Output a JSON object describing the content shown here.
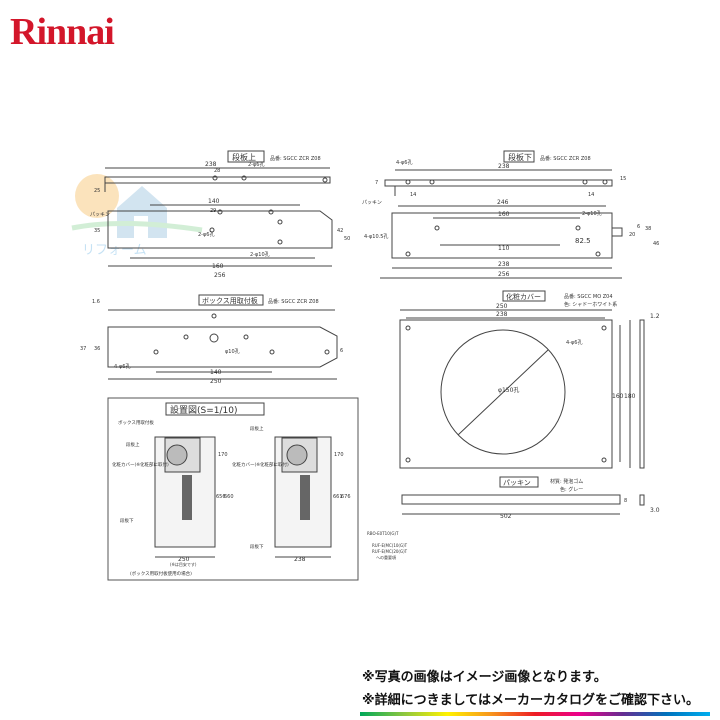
{
  "brand": {
    "name": "Rinnai",
    "color": "#d3162a"
  },
  "watermark": {
    "text": "リフォーム"
  },
  "panels": {
    "upper_plate": {
      "title": "段板上",
      "part_no": "品番: SGCC ZCR Z08",
      "labels": {
        "packing": "パッキン",
        "holes_top": "2-φ6孔",
        "hole_center": "2-φ6孔",
        "holes_bottom": "2-φ10孔"
      },
      "dims": {
        "w238": "238",
        "w28": "28",
        "w140": "140",
        "w29": "29",
        "w160": "160",
        "w256": "256",
        "h25": "25",
        "h35": "35",
        "h42": "42",
        "h50": "50"
      }
    },
    "lower_plate": {
      "title": "段板下",
      "part_no": "品番: SGCC ZCR Z08",
      "labels": {
        "packing": "パッキン",
        "holes_left": "4-φ6孔",
        "holes_mid": "4-φ10.5孔",
        "holes_right": "2-φ10孔"
      },
      "dims": {
        "w238_top": "238",
        "w14a": "14",
        "w14b": "14",
        "w246": "246",
        "w160": "160",
        "w110": "110",
        "w82_5": "82.5",
        "w238_bot": "238",
        "w256": "256",
        "h15": "15",
        "h7": "7",
        "h38": "38",
        "h46": "46",
        "h20": "20",
        "h6": "6"
      }
    },
    "box_bracket": {
      "title": "ボックス用取付板",
      "part_no": "品番: SGCC ZCR Z08",
      "labels": {
        "holes_left": "4-φ6孔",
        "hole_center": "φ10孔"
      },
      "dims": {
        "w140": "140",
        "w250": "250",
        "h37": "37",
        "h36": "36",
        "h6": "6",
        "t1_6": "1.6"
      }
    },
    "cover": {
      "title": "化粧カバー",
      "part_no": "品番: SGCC MO Z04",
      "color_note": "色: シャドーホワイト系",
      "labels": {
        "holes": "4-φ6孔",
        "circle": "φ150孔"
      },
      "dims": {
        "w250": "250",
        "w238": "238",
        "h160": "160",
        "h180": "180",
        "t1_2": "1.2"
      }
    },
    "packing": {
      "title": "パッキン",
      "material": "材質: 発泡ゴム",
      "color_note": "色: グレー",
      "dims": {
        "w502": "502",
        "h8": "8",
        "t3_0": "3.0"
      }
    },
    "install": {
      "title": "設置図(S=1/10)",
      "left_labels": {
        "box": "ボックス用取付板",
        "upper": "段板上",
        "cover": "化粧カバー(※化粧部に取付)",
        "lower": "段板下"
      },
      "right_labels": {
        "upper": "段板上",
        "cover": "化粧カバー(※化粧部に取付)",
        "lower": "段板下"
      },
      "left_dims": {
        "h170": "170",
        "h656": "656",
        "h660": "660",
        "w250": "250"
      },
      "right_dims": {
        "h170": "170",
        "h661": "661",
        "h676": "676",
        "w238": "238"
      },
      "caption_left": "(ボックス用取付板使用の場合)",
      "caption_wmid": "(※は目安です)",
      "side_notes": [
        "RBO-E0T10(G)T",
        "RUF-E(MC)10(G)T",
        "RUF-E(MC)20(G)T",
        "への重要項"
      ]
    }
  },
  "notes": {
    "note1": "※写真の画像はイメージ画像となります。",
    "note2": "※詳細につきましてはメーカーカタログをご確認下さい。"
  }
}
